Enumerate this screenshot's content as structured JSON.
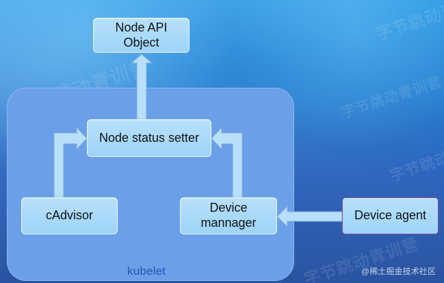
{
  "diagram": {
    "nodes": {
      "node_api_object": "Node API\nObject",
      "node_status_setter": "Node status setter",
      "cadvisor": "cAdvisor",
      "device_manager": "Device\nmannager",
      "device_agent": "Device agent"
    },
    "container_label": "kubelet",
    "watermark_text": "字节跳动青训营",
    "credit": "@稀土掘金技术社区"
  },
  "colors": {
    "box_fill": "#aedbf9",
    "panel_fill": "#6b9fe8",
    "background_top": "#2f9be4",
    "background_bottom": "#1f4a9b",
    "arrow_fill": "#b8e0fb",
    "container_text": "#1f55b4"
  }
}
